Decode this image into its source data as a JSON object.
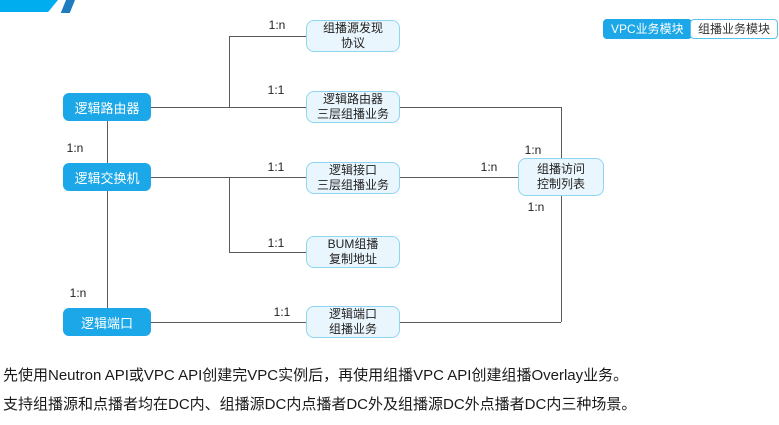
{
  "legend": {
    "vpc_label": "VPC业务模块",
    "multicast_label": "组播业务模块"
  },
  "nodes": {
    "logical_router": "逻辑路由器",
    "logical_switch": "逻辑交换机",
    "logical_port": "逻辑端口",
    "msdp": [
      "组播源发现",
      "协议"
    ],
    "router_l3_mc": [
      "逻辑路由器",
      "三层组播业务"
    ],
    "if_l3_mc": [
      "逻辑接口",
      "三层组播业务"
    ],
    "bum_mc": [
      "BUM组播",
      "复制地址"
    ],
    "port_mc": [
      "逻辑端口",
      "组播业务"
    ],
    "mc_acl": [
      "组播访问",
      "控制列表"
    ]
  },
  "relations": {
    "router_msdp": "1:n",
    "router_l3": "1:1",
    "router_switch": "1:n",
    "switch_if_l3": "1:1",
    "switch_bum": "1:1",
    "switch_port": "1:n",
    "port_mc": "1:1",
    "acl_top": "1:n",
    "acl_left": "1:n",
    "acl_bottom": "1:n"
  },
  "footer": {
    "line1": "先使用Neutron API或VPC API创建完VPC实例后，再使用组播VPC API创建组播Overlay业务。",
    "line2": "支持组播源和点播者均在DC内、组播源DC内点播者DC外及组播源DC外点播者DC内三种场景。"
  },
  "colors": {
    "accent": "#00AEEF",
    "slash": "#1F7CC0",
    "vpc_node_fill": "#1BA7E8",
    "multicast_node_fill": "#EAF6FD",
    "multicast_node_border": "#8ED5F2",
    "connector": "#5A5A5A"
  }
}
